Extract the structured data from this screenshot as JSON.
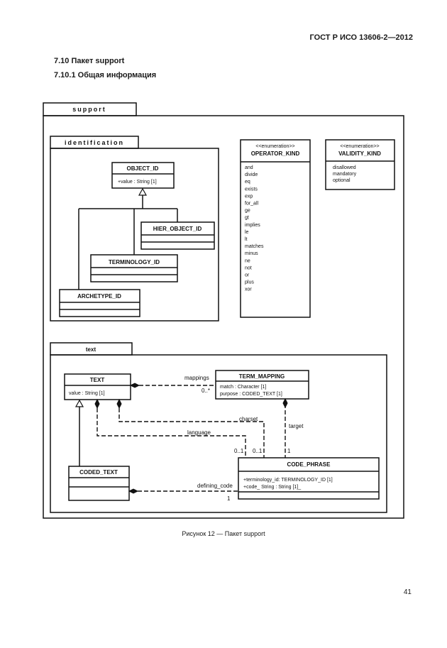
{
  "header": {
    "standard": "ГОСТ Р ИСО 13606-2—2012"
  },
  "sections": {
    "s1": "7.10 Пакет support",
    "s2": "7.10.1 Общая информация"
  },
  "diagram": {
    "package_support": "support",
    "package_identification": "identification",
    "package_text": "text",
    "object_id": {
      "name": "OBJECT_ID",
      "attrs": [
        "+value : String [1]"
      ]
    },
    "hier_object_id": {
      "name": "HIER_OBJECT_ID"
    },
    "terminology_id": {
      "name": "TERMINOLOGY_ID"
    },
    "archetype_id": {
      "name": "ARCHETYPE_ID"
    },
    "operator_kind": {
      "stereotype": "<<enumeration>>",
      "name": "OPERATOR_KIND",
      "values": [
        "and",
        "divide",
        "eq",
        "exists",
        "exp",
        "for_all",
        "ge",
        "gt",
        "implies",
        "le",
        "lt",
        "matches",
        "minus",
        "ne",
        "not",
        "or",
        "plus",
        "xor"
      ]
    },
    "validity_kind": {
      "stereotype": "<<enumeration>>",
      "name": "VALIDITY_KIND",
      "values": [
        "disallowed",
        "mandatory",
        "optional"
      ]
    },
    "text": {
      "name": "TEXT",
      "attrs": [
        "value : String [1]"
      ]
    },
    "term_mapping": {
      "name": "TERM_MAPPING",
      "attrs": [
        "match : Character [1]",
        "purpose : CODED_TEXT [1]"
      ]
    },
    "coded_text": {
      "name": "CODED_TEXT"
    },
    "code_phrase": {
      "name": "CODE_PHRASE",
      "attrs": [
        "+terminology_id: TERMINOLOGY_ID [1]",
        "+code_ String : String [1]_"
      ]
    },
    "labels": {
      "mappings": "mappings",
      "mappings_mult": "0..*",
      "charset": "charset",
      "language": "language",
      "target": "target",
      "language_mult": "0..1",
      "charset_mult": "0..1",
      "target_mult": "1",
      "defining_code": "defining_code",
      "defining_code_mult": "1"
    }
  },
  "caption": "Рисунок 12 — Пакет support",
  "page_number": "41"
}
